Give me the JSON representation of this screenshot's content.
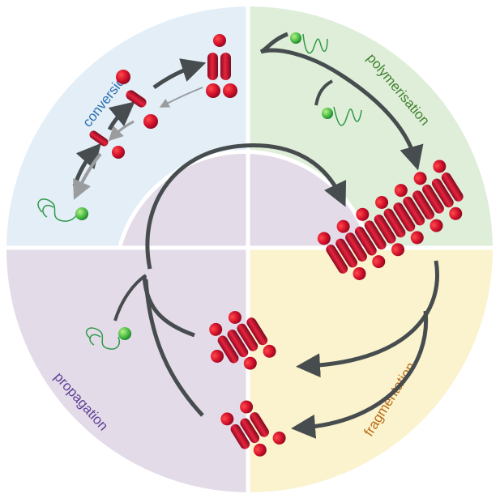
{
  "figure": {
    "quadrants": [
      {
        "key": "conversion",
        "label": "conversion",
        "color": "#e3eef7",
        "label_color": "#2a6fb0"
      },
      {
        "key": "polymerisation",
        "label": "polymerisation",
        "color": "#dfeed8",
        "label_color": "#3f7f2e"
      },
      {
        "key": "fragmentation",
        "label": "fragmentation",
        "color": "#fbf3cd",
        "label_color": "#b86b16"
      },
      {
        "key": "propagation",
        "label": "propagation",
        "color": "#e4dbe9",
        "label_color": "#5e3f95"
      }
    ],
    "colors": {
      "arrow_dark": "#474d4f",
      "arrow_light": "#9a9c9e",
      "monomer_strand": "#2f9a4a",
      "monomer_ball": "#39b54a",
      "protein_red": "#c8102e",
      "protein_dark": "#6d0d22"
    }
  }
}
